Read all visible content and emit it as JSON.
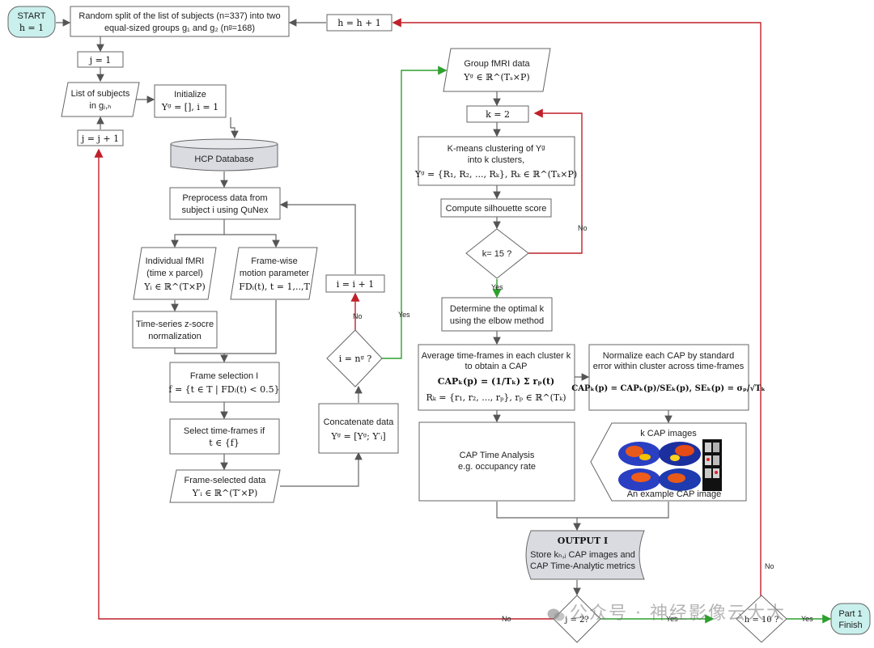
{
  "start": {
    "label": "START",
    "eq": "h = 1"
  },
  "split": {
    "line1": "Random split of the list of subjects (n=337) into two",
    "line2": "equal-sized groups g₁ and g₂ (nᵍ=168)"
  },
  "h_inc": "h = h + 1",
  "j_init": "j = 1",
  "list_subjects": {
    "line1": "List of subjects",
    "line2": "in gⱼ,ₕ"
  },
  "initialize": {
    "line1": "Initialize",
    "line2": "Yᵍ = [], i = 1"
  },
  "j_inc": "j = j + 1",
  "hcp": "HCP Database",
  "preprocess": {
    "line1": "Preprocess data from",
    "line2": "subject i using QuNex"
  },
  "indiv_fmri": {
    "line1": "Individual fMRI",
    "line2": "(time x parcel)",
    "line3": "Yᵢ ∈ ℝ^(T×P)"
  },
  "framewise": {
    "line1": "Frame-wise",
    "line2": "motion parameter",
    "line3": "FDᵢ(t), t = 1,..,T"
  },
  "zscore": {
    "line1": "Time-series z-socre",
    "line2": "normalization"
  },
  "frame_sel": {
    "line1": "Frame selection I",
    "line2": "f = {t ∈ T | FDᵢ(t) < 0.5}"
  },
  "select_tf": {
    "line1": "Select time-frames if",
    "line2": "t ∈ {f}"
  },
  "frame_data": {
    "line1": "Frame-selected data",
    "line2": "Y′ᵢ ∈ ℝ^(T′×P)"
  },
  "concat": {
    "line1": "Concatenate data",
    "line2": "Yᵍ = [Yᵍ; Y′ᵢ]"
  },
  "i_inc": "i = i + 1",
  "i_check": "i = nᵍ ?",
  "group_fmri": {
    "line1": "Group fMRI data",
    "line2": "Yᵍ ∈ ℝ^(Tₛ×P)"
  },
  "k_init": "k = 2",
  "kmeans": {
    "line1": "K-means clustering of Yᵍ",
    "line2": "into k clusters,",
    "line3": "Yᵍ = {R₁, R₂, ..., Rₖ}, Rₖ ∈ ℝ^(Tₖ×P)"
  },
  "silhouette": "Compute silhouette score",
  "k_check": "k= 15 ?",
  "elbow": {
    "line1": "Determine the optimal k",
    "line2": "using the elbow method"
  },
  "average": {
    "line1": "Average time-frames in each cluster k",
    "line2": "to obtain a CAP",
    "line3": "CAPₖ(p) = (1/Tₖ) Σ rₚ(t)",
    "line4": "Rₖ = {r₁, r₂, ..., rₚ}, rₚ ∈ ℝ^(Tₖ)"
  },
  "normalize": {
    "line1": "Normalize each CAP by standard",
    "line2": "error within cluster across time-frames",
    "line3": "CAPₖ(p) = CAPₖ(p)/SEₖ(p), SEₖ(p) = σₚ/√Tₖ"
  },
  "cap_images": {
    "title": "k CAP images",
    "caption": "An example CAP image"
  },
  "cap_time": {
    "line1": "CAP Time Analysis",
    "line2": "e.g. occupancy rate"
  },
  "output": {
    "title": "OUTPUT I",
    "line1": "Store  kₕ,ⱼ CAP images and",
    "line2": "CAP Time-Analytic metrics"
  },
  "j_check": "j = 2?",
  "h_check": "h = 10 ?",
  "finish": {
    "line1": "Part 1",
    "line2": "Finish"
  },
  "edge_labels": {
    "yes": "Yes",
    "no": "No"
  },
  "watermark": "公众号 · 神经影像云大大",
  "colors": {
    "terminal": "#c9f0ec",
    "database": "#d9dbe0",
    "output": "#d9dbe0",
    "yes_edge": "#2ea02e",
    "no_edge": "#c0202a",
    "edge": "#666666"
  }
}
